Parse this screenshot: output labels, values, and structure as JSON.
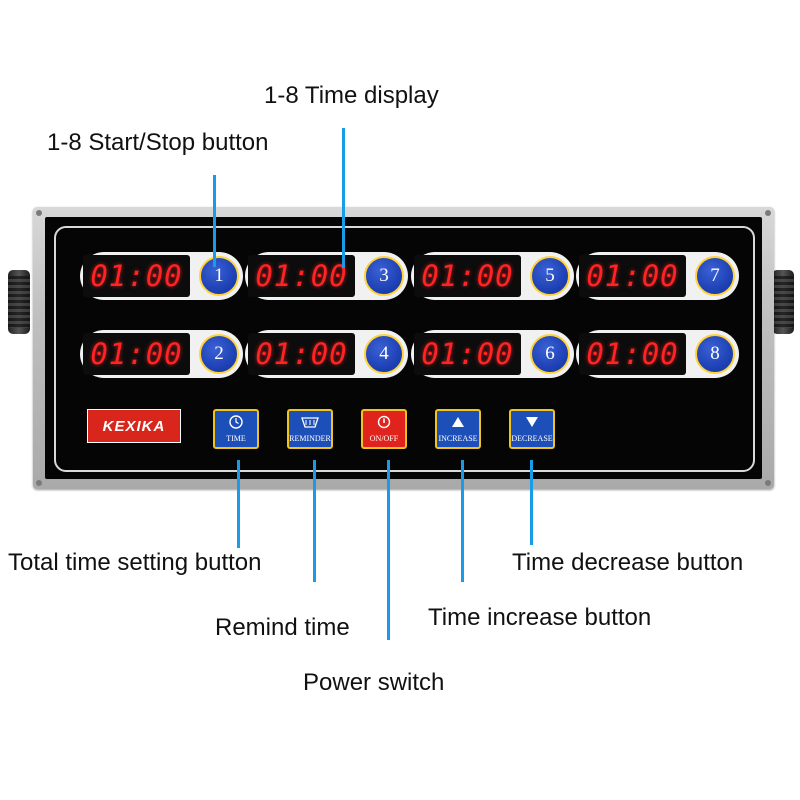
{
  "labels": {
    "time_display": "1-8 Time display",
    "start_stop": "1-8 Start/Stop button",
    "total_time_setting": "Total time setting button",
    "remind_time": "Remind time",
    "power_switch": "Power switch",
    "time_increase": "Time increase button",
    "time_decrease": "Time decrease button"
  },
  "device": {
    "brand": "KEXIKA",
    "timers": [
      {
        "number": "1",
        "time": "01:00"
      },
      {
        "number": "2",
        "time": "01:00"
      },
      {
        "number": "3",
        "time": "01:00"
      },
      {
        "number": "4",
        "time": "01:00"
      },
      {
        "number": "5",
        "time": "01:00"
      },
      {
        "number": "6",
        "time": "01:00"
      },
      {
        "number": "7",
        "time": "01:00"
      },
      {
        "number": "8",
        "time": "01:00"
      }
    ],
    "buttons": {
      "time": "TIME",
      "reminder": "REMINDER",
      "on_off": "ON/OFF",
      "increase": "INCREASE",
      "decrease": "DECREASE"
    }
  },
  "colors": {
    "pointer_line": "#1a9be6",
    "led_red": "#ff2323",
    "button_blue": "#1d4fb8",
    "power_red": "#e0241d",
    "button_border": "#f0c419"
  }
}
